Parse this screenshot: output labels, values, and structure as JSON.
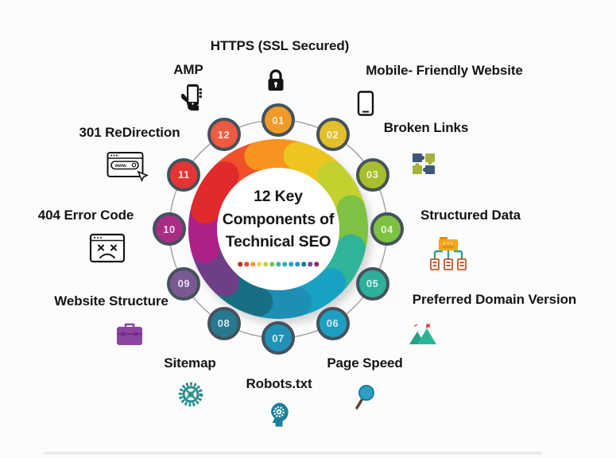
{
  "title": {
    "lines": [
      "12 Key",
      "Components of",
      "Technical SEO"
    ]
  },
  "center_dots": [
    "#B03A2E",
    "#E74C3C",
    "#F39C3D",
    "#F0D264",
    "#C6D144",
    "#7DC24B",
    "#3CBA9A",
    "#2FB3AE",
    "#2AA6C2",
    "#2A93C0",
    "#1B7A8E",
    "#7B4A96",
    "#8E2F63"
  ],
  "ring": {
    "connector_color": "#999999",
    "badge_border_color": "#44525C",
    "segments": [
      {
        "num": "01",
        "segment_color": "#F6941F",
        "badge_color": "#F09A2A"
      },
      {
        "num": "02",
        "segment_color": "#EDC51F",
        "badge_color": "#E2BF2D"
      },
      {
        "num": "03",
        "segment_color": "#C3D02F",
        "badge_color": "#A8BE2B"
      },
      {
        "num": "04",
        "segment_color": "#7DC242",
        "badge_color": "#7DC142"
      },
      {
        "num": "05",
        "segment_color": "#31B39A",
        "badge_color": "#2EAF9B"
      },
      {
        "num": "06",
        "segment_color": "#17A2C4",
        "badge_color": "#1F9FC0"
      },
      {
        "num": "07",
        "segment_color": "#1D8FB5",
        "badge_color": "#2191BA"
      },
      {
        "num": "08",
        "segment_color": "#186F83",
        "badge_color": "#28798F"
      },
      {
        "num": "09",
        "segment_color": "#6E3E87",
        "badge_color": "#7B5894"
      },
      {
        "num": "10",
        "segment_color": "#AC2186",
        "badge_color": "#A72E84"
      },
      {
        "num": "11",
        "segment_color": "#E02A2C",
        "badge_color": "#E23534"
      },
      {
        "num": "12",
        "segment_color": "#F0512B",
        "badge_color": "#EF5A43"
      }
    ]
  },
  "labels": {
    "https": "HTTPS (SSL Secured)",
    "amp": "AMP",
    "mobile": "Mobile- Friendly Website",
    "redirect": "301 ReDirection",
    "broken": "Broken Links",
    "error404": "404 Error Code",
    "structured": "Structured Data",
    "website_structure": "Website Structure",
    "preferred_domain": "Preferred Domain Version",
    "sitemap": "Sitemap",
    "robots": "Robots.txt",
    "page_speed": "Page Speed"
  },
  "icon_text": {
    "browser_url": "www."
  },
  "icon_colors": {
    "black": "#141414",
    "puzzle_slate": "#3F5876",
    "puzzle_green": "#A5B33D",
    "folder": "#F5A623",
    "folder_tab": "#E8890C",
    "data_connector": "#2BA38A",
    "data_box": "#C0552B",
    "briefcase": "#8B44A1",
    "briefcase_dark": "#6C2E86",
    "mountain": "#2BB598",
    "mountain_dark": "#24A085",
    "flag_red": "#D64533",
    "gear_teal": "#2A8F8F",
    "head_teal": "#1F7F99",
    "magnifier_glass": "#2E9FC3",
    "magnifier_rim": "#1C7C9E",
    "magnifier_handle": "#5C4434"
  }
}
